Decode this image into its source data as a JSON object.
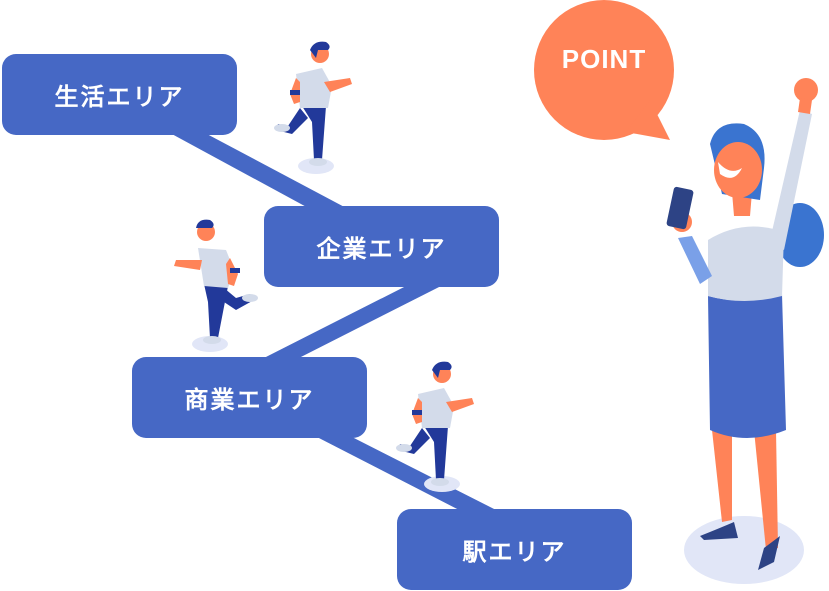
{
  "diagram": {
    "type": "area-flow",
    "colors": {
      "box_blue": "#4668c5",
      "accent_orange": "#ff8358",
      "pants_navy": "#22399a",
      "shirt_light": "#d3dbea",
      "shadow": "#e1e6f7",
      "hair_blue": "#3a74d0"
    },
    "areas": [
      {
        "label": "生活エリア"
      },
      {
        "label": "企業エリア"
      },
      {
        "label": "商業エリア"
      },
      {
        "label": "駅エリア"
      }
    ],
    "bubble": {
      "label": "POINT"
    },
    "figures": [
      {
        "name": "runner-1"
      },
      {
        "name": "runner-2"
      },
      {
        "name": "runner-3"
      },
      {
        "name": "woman-with-phone"
      }
    ]
  }
}
